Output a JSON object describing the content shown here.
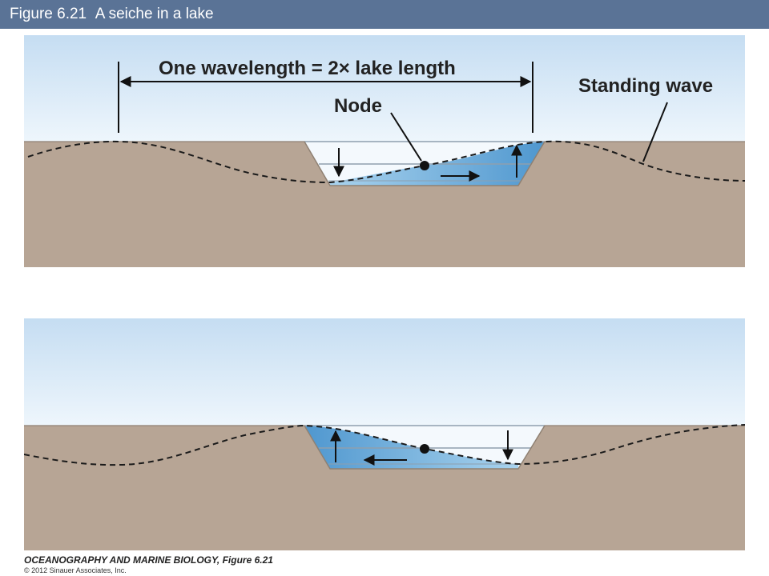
{
  "header": {
    "figure_number": "Figure 6.21",
    "figure_title": "A seiche in a lake"
  },
  "diagram": {
    "labels": {
      "wavelength": "One wavelength = 2× lake length",
      "node": "Node",
      "standing_wave": "Standing wave"
    }
  },
  "footer": {
    "source": "OCEANOGRAPHY AND MARINE BIOLOGY, Figure 6.21",
    "copyright": "© 2012 Sinauer Associates, Inc."
  },
  "colors": {
    "title_bar": "#5a7396",
    "sky_top": "#c5ddf2",
    "sky_bottom": "#eef6fc",
    "ground": "#b7a595",
    "water_light": "#9ccbe9",
    "water_dark": "#4f97cf"
  }
}
